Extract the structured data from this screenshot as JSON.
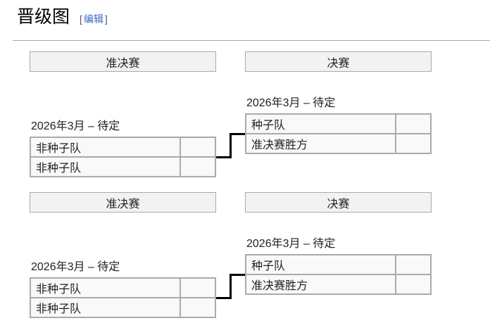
{
  "page": {
    "title": "晋级图",
    "edit": {
      "open": "[",
      "label": "编辑",
      "close": "]"
    }
  },
  "colors": {
    "link_blue": "#3366cc",
    "header_bg": "#f2f2f2",
    "cell_bg": "#f9f9f9",
    "table_border": "#aaaaaa",
    "heading_rule": "#a2a9b1",
    "connector": "#000000"
  },
  "bracket": {
    "sections": [
      {
        "semifinal_header": "准决赛",
        "final_header": "决赛",
        "semifinal": {
          "date": "2026年3月 – 待定",
          "teams": [
            {
              "name": "非种子队",
              "score": ""
            },
            {
              "name": "非种子队",
              "score": ""
            }
          ]
        },
        "final": {
          "date": "2026年3月 – 待定",
          "teams": [
            {
              "name": "种子队",
              "score": ""
            },
            {
              "name": "准决赛胜方",
              "score": ""
            }
          ]
        }
      },
      {
        "semifinal_header": "准决赛",
        "final_header": "决赛",
        "semifinal": {
          "date": "2026年3月 – 待定",
          "teams": [
            {
              "name": "非种子队",
              "score": ""
            },
            {
              "name": "非种子队",
              "score": ""
            }
          ]
        },
        "final": {
          "date": "2026年3月 – 待定",
          "teams": [
            {
              "name": "种子队",
              "score": ""
            },
            {
              "name": "准决赛胜方",
              "score": ""
            }
          ]
        }
      }
    ]
  }
}
